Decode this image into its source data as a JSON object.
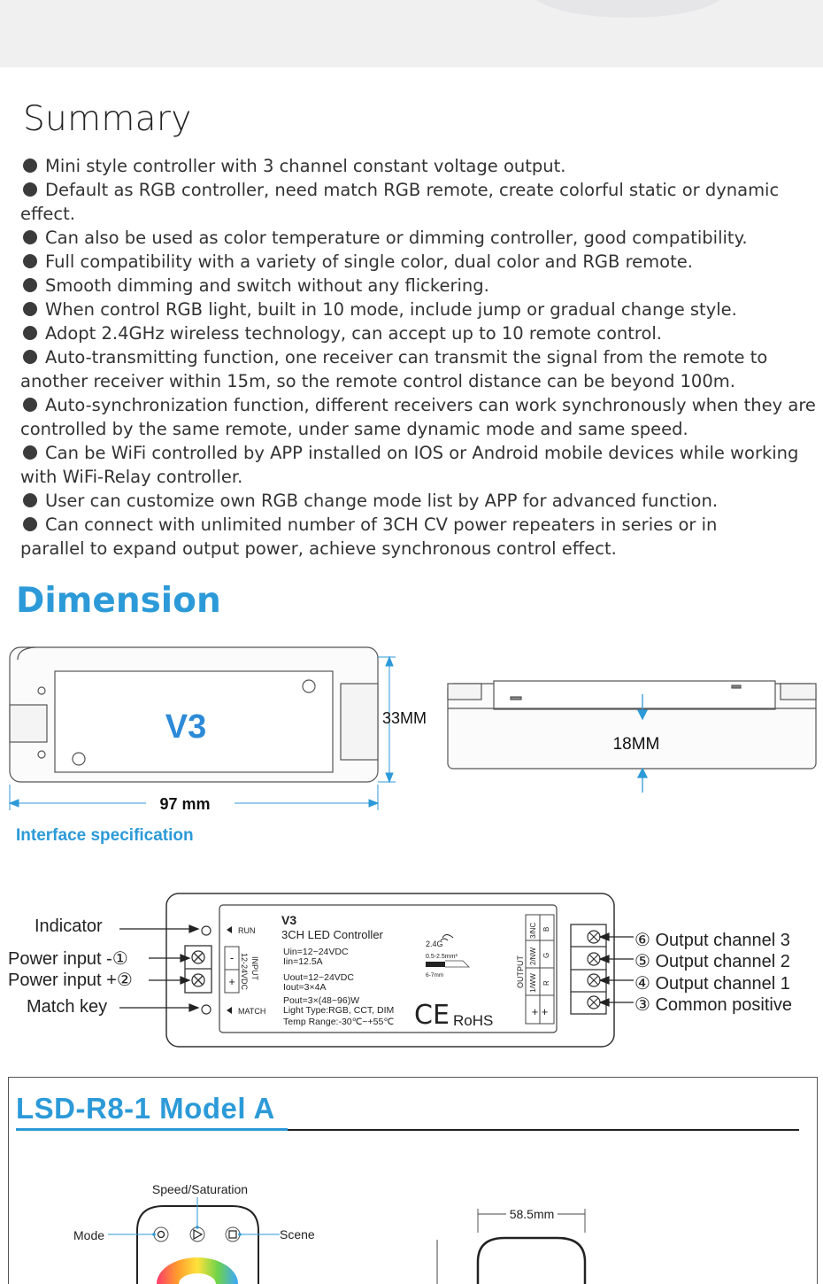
{
  "summary": {
    "title": "Summary",
    "items": [
      "Mini style controller with 3 channel constant voltage output.",
      "Default as RGB controller, need match RGB remote, create colorful static or dynamic effect.",
      "Can also be used as color temperature or dimming controller, good compatibility.",
      "Full compatibility with a variety of single color, dual color and RGB remote.",
      "Smooth dimming and switch without any flickering.",
      "When control RGB light, built in 10 mode, include jump or gradual change style.",
      "Adopt 2.4GHz wireless technology, can accept up to 10 remote control.",
      "Auto-transmitting function, one receiver can transmit the signal from the remote to\nanother receiver within 15m, so the remote control distance can be beyond 100m.",
      "Auto-synchronization function, different receivers can work synchronously when they are\ncontrolled by the same remote, under same dynamic mode and same speed.",
      "Can be WiFi controlled by APP installed on IOS or Android mobile devices while working\nwith WiFi-Relay controller.",
      "User can customize own RGB change mode list by APP for advanced function.",
      "Can connect with unlimited number of 3CH CV power repeaters in series or in\nparallel to expand output power, achieve synchronous control effect."
    ]
  },
  "dimension": {
    "title": "Dimension",
    "model_label": "V3",
    "height_label": "33MM",
    "width_label": "97 mm",
    "depth_label": "18MM"
  },
  "interface": {
    "title": "Interface specification",
    "left_labels": [
      "Indicator",
      "Power input -①",
      "Power input +②",
      "Match key"
    ],
    "right_labels": [
      "⑥ Output channel 3",
      "⑤ Output channel 2",
      "④ Output channel 1",
      "③ Common positive"
    ],
    "run": "RUN",
    "match": "MATCH",
    "input_label": "INPUT",
    "input_voltage": "12-24VDC",
    "minus": "-",
    "plus": "+",
    "model": "V3",
    "product": "3CH LED Controller",
    "specs": [
      "Uin=12~24VDC",
      "Iin=12.5A",
      "Uout=12~24VDC",
      "Iout=3×4A",
      "Pout=3×(48~96)W",
      "Light Type:RGB, CCT, DIM",
      "Temp Range:-30℃~+55℃"
    ],
    "wireless": "2.4G",
    "wire_size": "0.5-2.5mm²",
    "strip_len": "6-7mm",
    "ce": "CE",
    "rohs": "RoHS",
    "output_label": "OUTPUT",
    "channels": [
      "3/NC",
      "2/NW",
      "1/WW"
    ],
    "colors": [
      "B",
      "G",
      "R"
    ],
    "plus_plus": "+ +"
  },
  "remote": {
    "title": "LSD-R8-1 Model A",
    "speed_label": "Speed/Saturation",
    "mode_label": "Mode",
    "scene_label": "Scene",
    "width_label": "58.5mm"
  },
  "colors": {
    "accent": "#2c9ad8",
    "text": "#333333",
    "line": "#222222"
  }
}
